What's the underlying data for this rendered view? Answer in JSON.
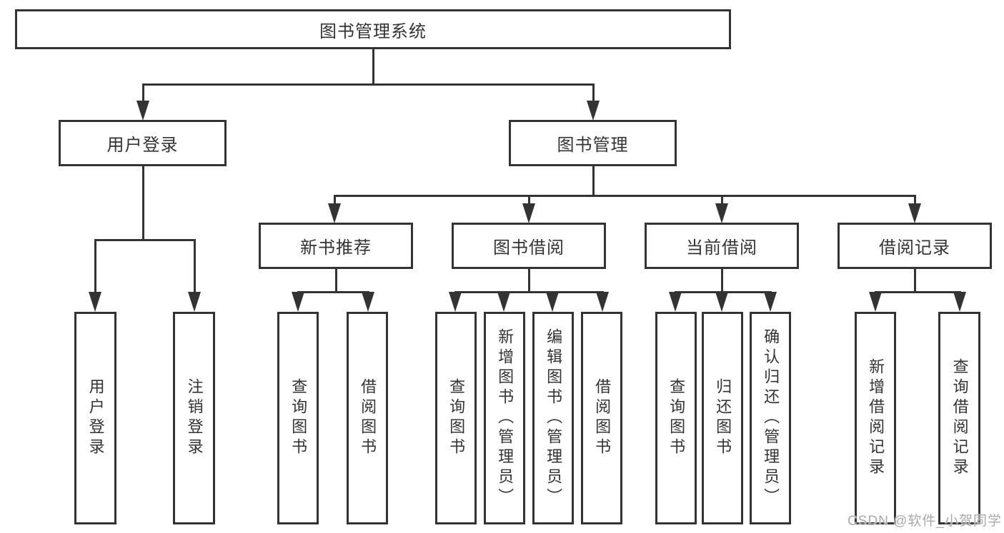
{
  "diagram": {
    "type": "hierarchy-tree",
    "root": {
      "label": "图书管理系统"
    },
    "branches": [
      {
        "label": "用户登录",
        "children": [
          {
            "label": "用户登录"
          },
          {
            "label": "注销登录"
          }
        ]
      },
      {
        "label": "图书管理",
        "children": [
          {
            "label": "新书推荐",
            "children": [
              {
                "label": "查询图书"
              },
              {
                "label": "借阅图书"
              }
            ]
          },
          {
            "label": "图书借阅",
            "children": [
              {
                "label": "查询图书"
              },
              {
                "label": "新增图书（管理员）"
              },
              {
                "label": "编辑图书（管理员）"
              },
              {
                "label": "借阅图书"
              }
            ]
          },
          {
            "label": "当前借阅",
            "children": [
              {
                "label": "查询图书"
              },
              {
                "label": "归还图书"
              },
              {
                "label": "确认归还（管理员）"
              }
            ]
          },
          {
            "label": "借阅记录",
            "children": [
              {
                "label": "新增借阅记录"
              },
              {
                "label": "查询借阅记录"
              }
            ]
          }
        ]
      }
    ]
  },
  "watermark": {
    "text": "CSDN @软件_小贺同学",
    "color": "#a9a9a9"
  },
  "colors": {
    "line": "#333333",
    "box_border": "#333333",
    "text": "#333333",
    "background": "#ffffff"
  }
}
